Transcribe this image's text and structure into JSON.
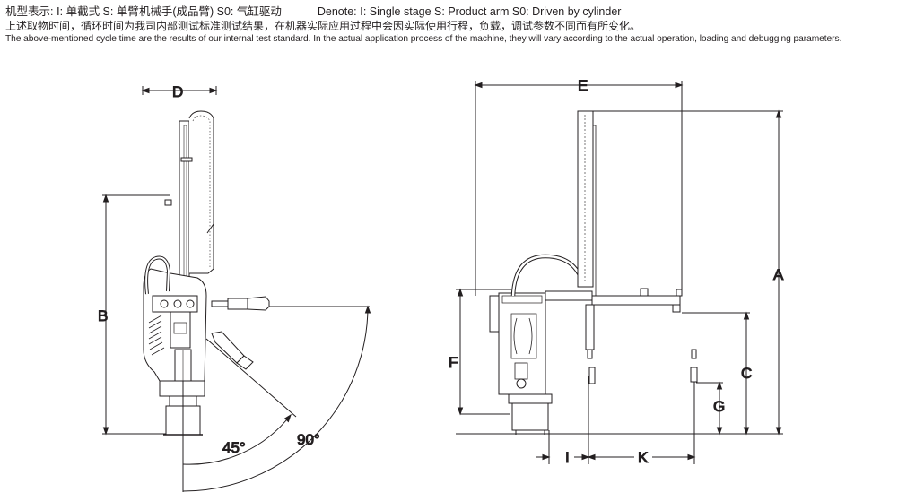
{
  "header": {
    "notation_cn": "机型表示: Ⅰ: 单截式 S: 单臂机械手(成品臂) S0: 气缸驱动",
    "notation_en": "Denote: Ⅰ: Single stage  S: Product arm  S0: Driven by cylinder",
    "note_cn": "上述取物时间，循环时间为我司内部测试标准测试结果，在机器实际应用过程中会因实际使用行程，负载，调试参数不同而有所变化。",
    "note_en": "The above-mentioned cycle time are the results of our internal test standard. In the actual application process of the machine, they  will vary according to the actual operation, loading and debugging parameters."
  },
  "side_view": {
    "label_d": "D",
    "label_b": "B",
    "angle_45": "45°",
    "angle_90": "90°"
  },
  "front_view": {
    "label_e": "E",
    "label_a": "A",
    "label_f": "F",
    "label_c": "C",
    "label_g": "G",
    "label_i": "I",
    "label_k": "K"
  }
}
